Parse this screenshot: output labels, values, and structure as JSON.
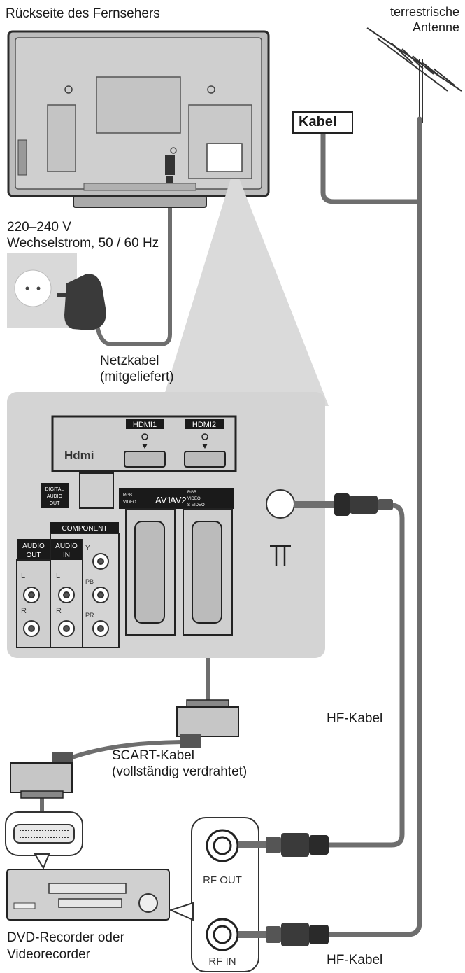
{
  "labels": {
    "tv_back": "Rückseite des Fernsehers",
    "antenna_line1": "terrestrische",
    "antenna_line2": "Antenne",
    "kabel": "Kabel",
    "voltage_line1": "220–240 V",
    "voltage_line2": "Wechselstrom, 50 / 60 Hz",
    "mains_line1": "Netzkabel",
    "mains_line2": "(mitgeliefert)",
    "hf_cable_upper": "HF-Kabel",
    "hf_cable_lower": "HF-Kabel",
    "scart_line1": "SCART-Kabel",
    "scart_line2": "(vollständig verdrahtet)",
    "recorder_line1": "DVD-Recorder oder",
    "recorder_line2": "Videorecorder",
    "rf_out": "RF OUT",
    "rf_in": "RF IN"
  },
  "panel": {
    "hdmi1": "HDMI1",
    "hdmi2": "HDMI2",
    "hdmi_logo": "Hdmi",
    "digital_audio_line1": "DIGITAL",
    "digital_audio_line2": "AUDIO",
    "digital_audio_line3": "OUT",
    "av1": "AV1",
    "av2": "AV2",
    "av1_rgb": "RGB",
    "av1_video": "VIDEO",
    "av2_rgb": "RGB",
    "av2_video": "VIDEO",
    "av2_svideo": "S-VIDEO",
    "component": "COMPONENT",
    "audio_out_line1": "AUDIO",
    "audio_out_line2": "OUT",
    "audio_in_line1": "AUDIO",
    "audio_in_line2": "IN",
    "l": "L",
    "r": "R",
    "y": "Y",
    "pb": "PB",
    "pr": "PR"
  },
  "colors": {
    "panel_bg": "#d4d4d4",
    "cable": "#6e6e6e",
    "outline": "#2a2a2a",
    "tv_body": "#bdbdbd"
  }
}
